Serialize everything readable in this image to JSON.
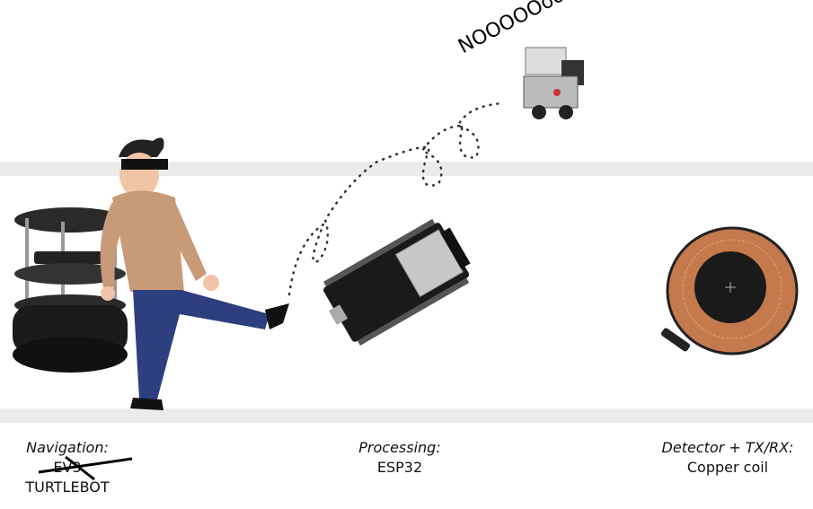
{
  "scream_text": "NOOOOOoooooo",
  "captions": {
    "navigation": {
      "title": "Navigation:",
      "struck_value": "EV3",
      "value": "TURTLEBOT"
    },
    "processing": {
      "title": "Processing:",
      "value": "ESP32"
    },
    "detector": {
      "title": "Detector + TX/RX:",
      "value": "Copper coil"
    }
  },
  "colors": {
    "band": "#ebebeb",
    "skin": "#f2c4a5",
    "sweater": "#c99a78",
    "pants": "#2d3f7f",
    "board": "#1a1a1a",
    "copper": "#c57a4d"
  }
}
